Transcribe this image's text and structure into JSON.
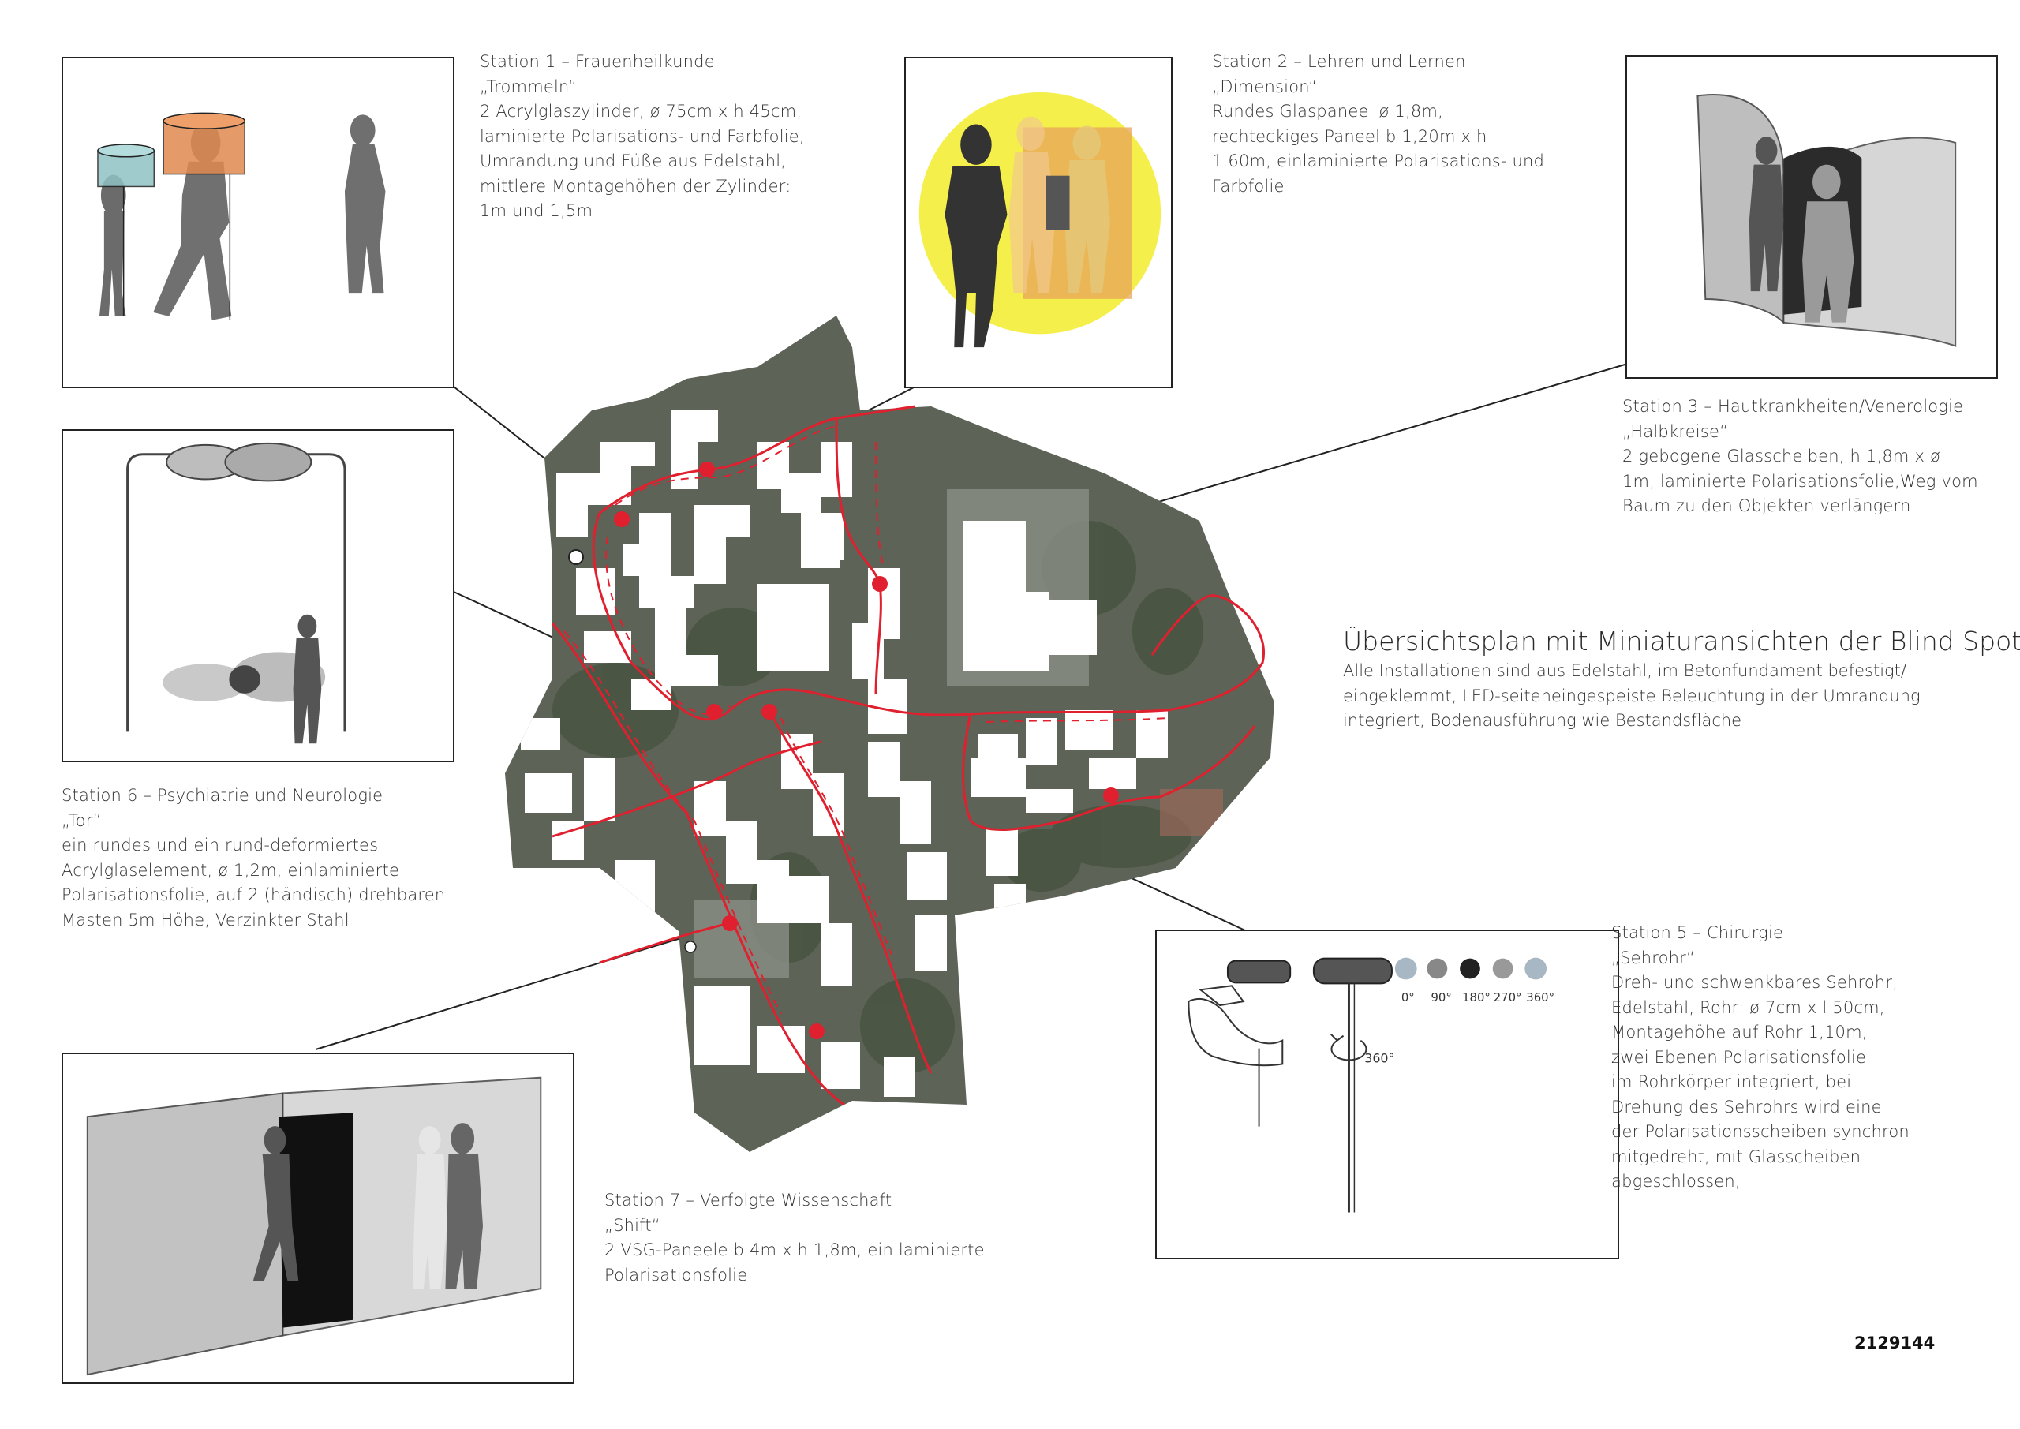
{
  "headline": "Übersichtsplan mit Miniaturansichten der Blind Spots",
  "subtext_lines": [
    "Alle Installationen sind aus Edelstahl, im Betonfundament befestigt/",
    "eingeklemmt, LED-seiteneingespeiste Beleuchtung in der Umrandung",
    "integriert, Bodenausführung wie Bestandsfläche"
  ],
  "code": "2129144",
  "stations": {
    "s1": {
      "lines": [
        "Station 1 – Frauenheilkunde",
        "„Trommeln“",
        "2 Acrylglaszylinder,  ø 75cm x  h 45cm,",
        "laminierte Polarisations- und Farbfolie,",
        "Umrandung und Füße aus Edelstahl,",
        "mittlere Montagehöhen der Zylinder:",
        "1m und 1,5m"
      ]
    },
    "s2": {
      "lines": [
        "Station 2 – Lehren und Lernen",
        "„Dimension“",
        "Rundes Glaspaneel ø 1,8m,",
        "rechteckiges Paneel b 1,20m x h",
        "1,60m, einlaminierte Polarisations- und",
        "Farbfolie"
      ]
    },
    "s3": {
      "lines": [
        "Station 3 – Hautkrankheiten/Venerologie",
        "„Halbkreise“",
        "2 gebogene Glasscheiben,  h 1,8m x ø",
        "1m, laminierte Polarisationsfolie,Weg vom",
        "Baum zu den Objekten verlängern"
      ]
    },
    "s5": {
      "lines": [
        "Station 5 – Chirurgie",
        "„Sehrohr“",
        "Dreh- und schwenkbares Sehrohr,",
        "Edelstahl, Rohr: ø 7cm x l 50cm,",
        "Montagehöhe auf Rohr 1,10m,",
        "zwei Ebenen Polarisationsfolie",
        "im Rohrkörper integriert, bei",
        "Drehung des Sehrohrs wird eine",
        "der Polarisationsscheiben synchron",
        "mitgedreht, mit Glasscheiben",
        "abgeschlossen,"
      ]
    },
    "s6": {
      "lines": [
        "Station 6 – Psychiatrie und Neurologie",
        "„Tor“",
        "ein rundes und ein rund-deformiertes",
        "Acrylglaselement,  ø 1,2m, einlaminierte",
        "Polarisationsfolie, auf 2 (händisch) drehbaren",
        "Masten 5m Höhe, Verzinkter Stahl"
      ]
    },
    "s7": {
      "lines": [
        "Station 7 – Verfolgte Wissenschaft",
        "„Shift“",
        "2 VSG-Paneele b 4m x h 1,8m, ein laminierte",
        "Polarisationsfolie"
      ]
    }
  },
  "sehrohr_angles": [
    "0°",
    "90°",
    "180°",
    "270°",
    "360°"
  ],
  "rotation_label": "360°",
  "colors": {
    "route": "#e0202e",
    "map_bg": "#5d6356",
    "highlight_yellow": "#f4ef4a",
    "orange": "#e8a35a"
  }
}
